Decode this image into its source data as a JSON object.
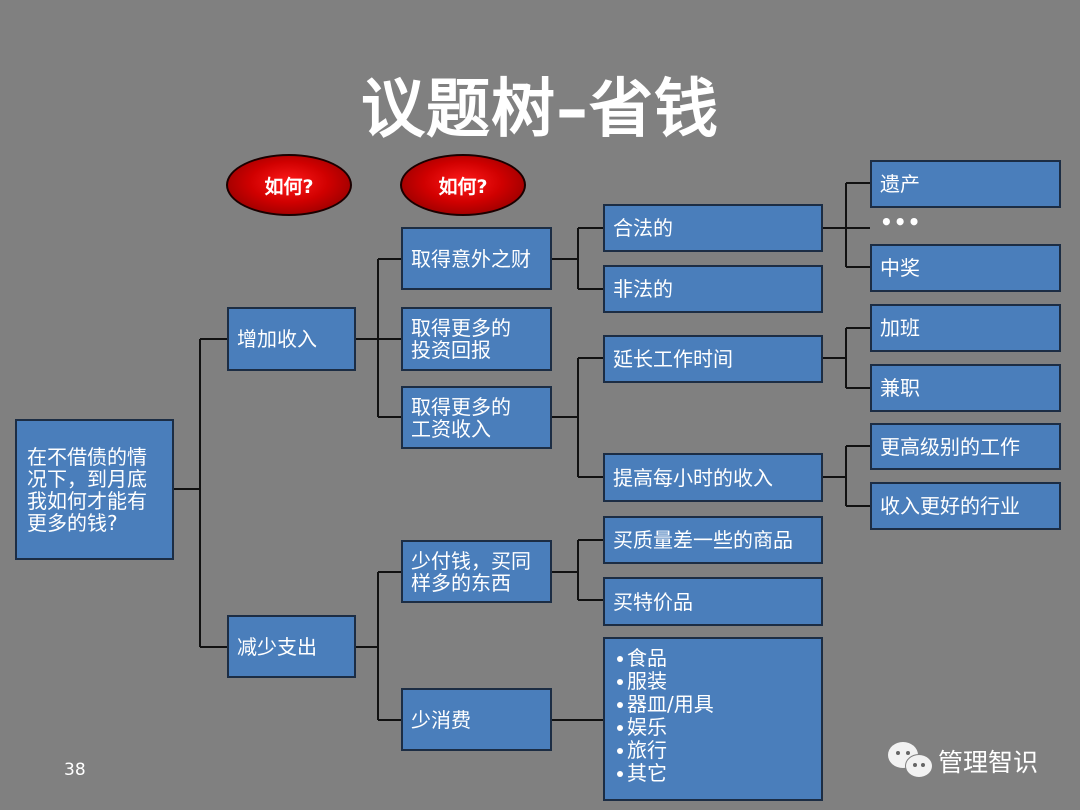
{
  "title": "议题树–省钱",
  "header_ovals": [
    "如何?",
    "如何?"
  ],
  "root": "在不借债的情况下，到月底我如何才能有更多的钱?",
  "level1": [
    "增加收入",
    "减少支出"
  ],
  "level2": {
    "income": [
      "取得意外之财",
      "取得更多的\n投资回报",
      "取得更多的\n工资收入"
    ],
    "expense": [
      "少付钱，买同\n样多的东西",
      "少消费"
    ]
  },
  "level3": {
    "windfall": [
      "合法的",
      "非法的"
    ],
    "wage": [
      "延长工作时间",
      "提高每小时的收入"
    ],
    "pay_less": [
      "买质量差一些的商品",
      "买特价品"
    ]
  },
  "level4": {
    "legal": [
      "遗产",
      "•••",
      "中奖"
    ],
    "longer_hours": [
      "加班",
      "兼职"
    ],
    "hourly": [
      "更高级别的工作",
      "收入更好的行业"
    ]
  },
  "consume_less_items": [
    "食品",
    "服装",
    "器皿/用具",
    "娱乐",
    "旅行",
    "其它"
  ],
  "page_number": "38",
  "brand": "管理智识",
  "colors": {
    "background": "#808080",
    "box_fill": "#4a7ebb",
    "box_border": "#1c2d44",
    "oval": "#d00000"
  }
}
